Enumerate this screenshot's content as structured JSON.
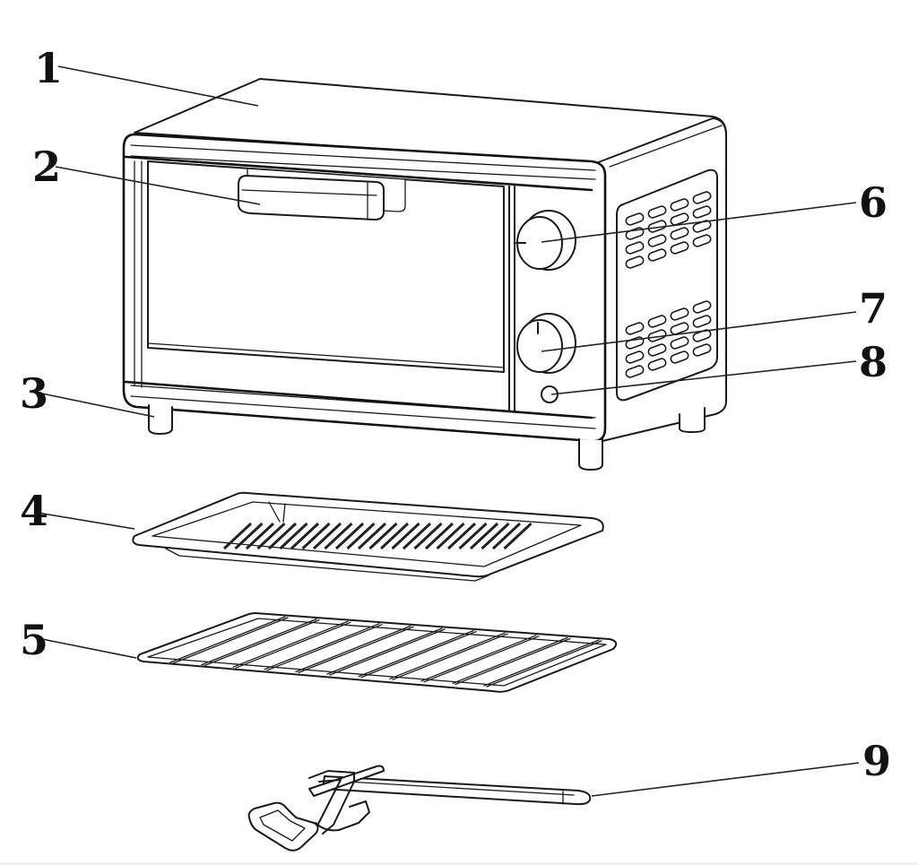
{
  "diagram": {
    "title": "Toaster oven parts diagram",
    "colors": {
      "line": "#1a1a1a",
      "background": "#ffffff"
    },
    "parts": [
      {
        "number": "1",
        "part": "housing-top"
      },
      {
        "number": "2",
        "part": "door-handle"
      },
      {
        "number": "3",
        "part": "foot"
      },
      {
        "number": "4",
        "part": "baking-tray"
      },
      {
        "number": "5",
        "part": "wire-rack"
      },
      {
        "number": "6",
        "part": "upper-control-knob"
      },
      {
        "number": "7",
        "part": "lower-control-knob"
      },
      {
        "number": "8",
        "part": "power-indicator-light"
      },
      {
        "number": "9",
        "part": "tray-handle-tongs"
      }
    ]
  }
}
